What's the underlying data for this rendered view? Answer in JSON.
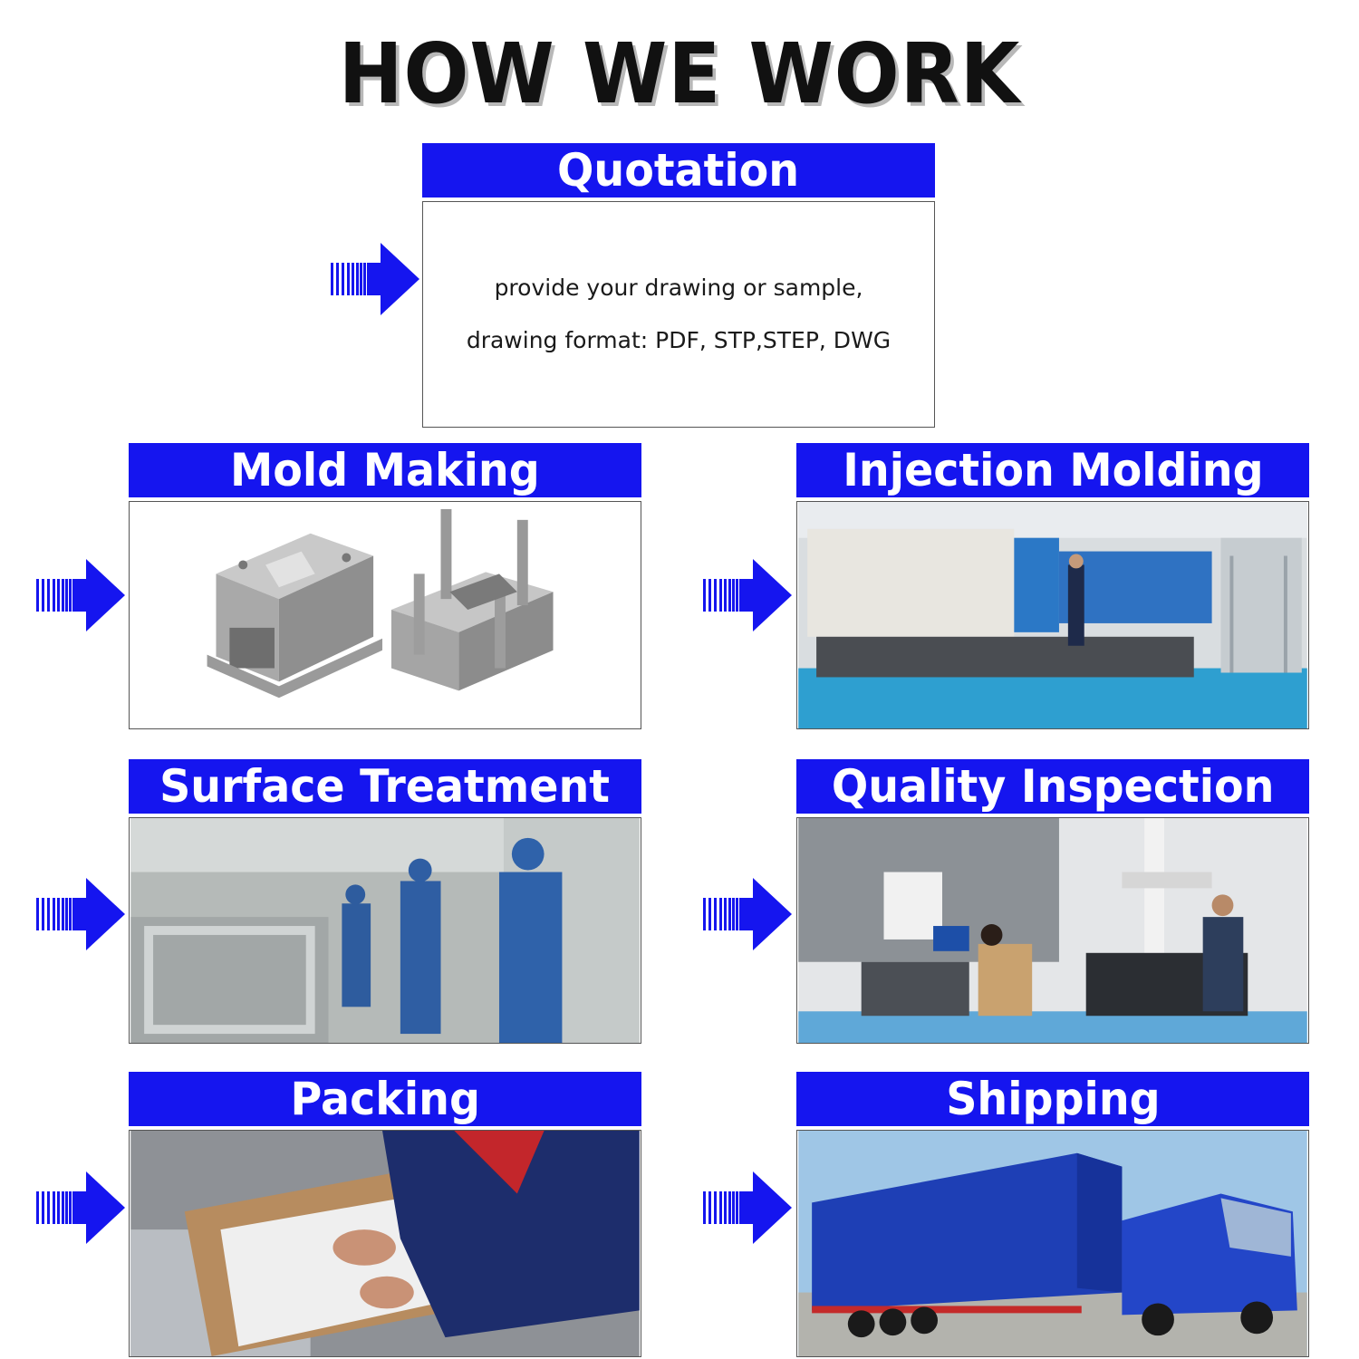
{
  "title": "HOW WE WORK",
  "accent_color": "#1515ef",
  "steps": [
    {
      "label": "Quotation",
      "lines": [
        "provide your drawing or sample,",
        "drawing format: PDF, STP,STEP, DWG"
      ]
    },
    {
      "label": "Mold Making",
      "photo": "mold-3d-render"
    },
    {
      "label": "Injection Molding",
      "photo": "injection-machine-photo"
    },
    {
      "label": "Surface Treatment",
      "photo": "spray-painting-workers-photo"
    },
    {
      "label": "Quality Inspection",
      "photo": "cmm-inspection-lab-photo"
    },
    {
      "label": "Packing",
      "photo": "packing-boxes-photo"
    },
    {
      "label": "Shipping",
      "photo": "blue-container-truck-photo"
    }
  ]
}
